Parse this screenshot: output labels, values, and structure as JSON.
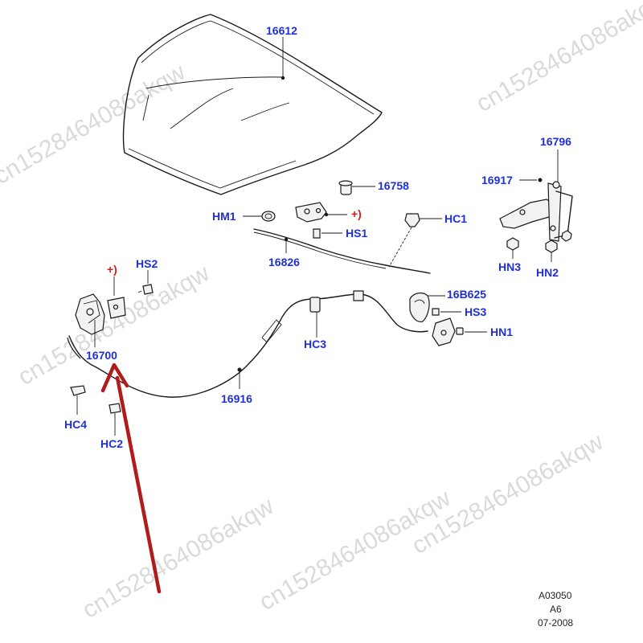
{
  "watermark": {
    "text": "cn1528464086akqw"
  },
  "parts": {
    "hood": "16612",
    "bumper_16758": "16758",
    "hinge_16796": "16796",
    "bolt_16917": "16917",
    "hm1": "HM1",
    "hs1": "HS1",
    "hc1": "HC1",
    "seal_16826": "16826",
    "hn3": "HN3",
    "hn2": "HN2",
    "hs2": "HS2",
    "latch_16700": "16700",
    "hc3": "HC3",
    "handle_16b625": "16B625",
    "hs3": "HS3",
    "hn1": "HN1",
    "cable_16916": "16916",
    "hc4": "HC4",
    "hc2": "HC2"
  },
  "markers": {
    "plus_1": "+)",
    "plus_2": "+)"
  },
  "reference": {
    "code": "A03050",
    "variant": "A6",
    "date": "07-2008"
  },
  "colors": {
    "label": "#1f2fd9",
    "plus": "#e01b1b",
    "arrow": "#b01c1c",
    "line": "#1a1a1a"
  }
}
